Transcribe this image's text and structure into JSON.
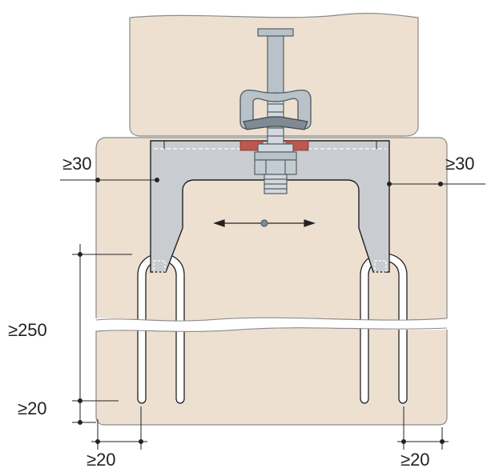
{
  "dimensions": {
    "top_left": "≥30",
    "top_right": "≥30",
    "height_anchor": "≥250",
    "bottom_cover": "≥20",
    "edge_left": "≥20",
    "edge_right": "≥20"
  },
  "colors": {
    "concrete": "#ede0d1",
    "concrete_outline": "#8a8a8a",
    "bracket_fill": "#c9cdd1",
    "bolt_steel": "#b9c2c9",
    "bolt_dark": "#7f8a93",
    "washer_red": "#c0574f",
    "line": "#222222",
    "white": "#ffffff"
  }
}
